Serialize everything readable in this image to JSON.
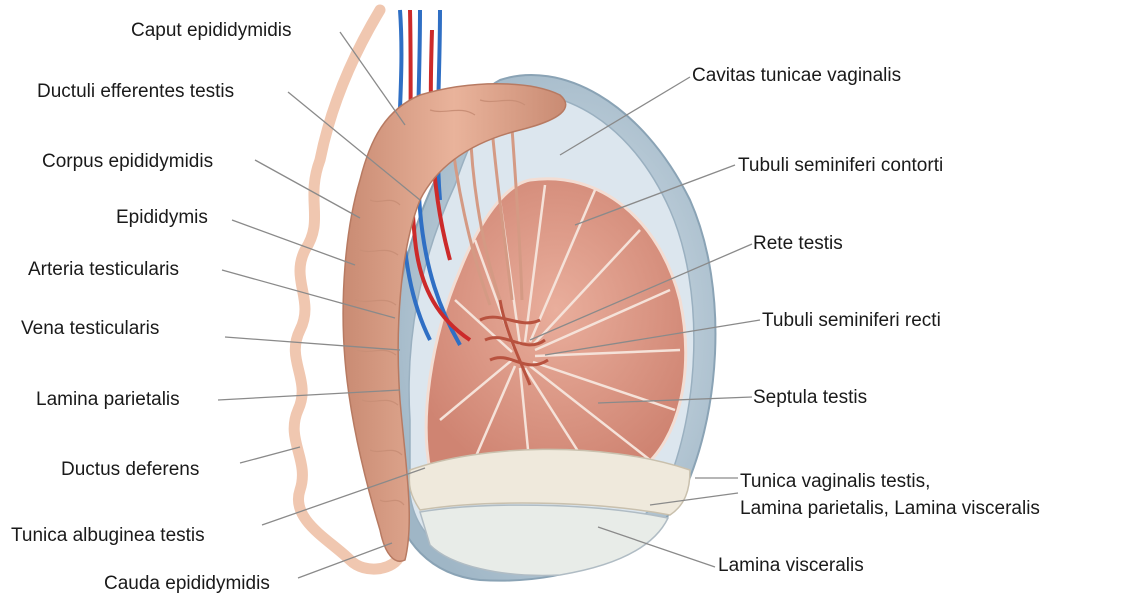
{
  "labels": {
    "caput_epididymidis": "Caput epididymidis",
    "ductuli_efferentes": "Ductuli efferentes testis",
    "corpus_epididymidis": "Corpus epididymidis",
    "epididymis": "Epididymis",
    "arteria_testicularis": "Arteria testicularis",
    "vena_testicularis": "Vena testicularis",
    "lamina_parietalis": "Lamina parietalis",
    "ductus_deferens": "Ductus deferens",
    "tunica_albuginea": "Tunica albuginea testis",
    "cauda_epididymidis": "Cauda epididymidis",
    "cavitas_tunicae": "Cavitas tunicae vaginalis",
    "tubuli_contorti": "Tubuli seminiferi contorti",
    "rete_testis": "Rete testis",
    "tubuli_recti": "Tubuli seminiferi recti",
    "septula_testis": "Septula testis",
    "tunica_vaginalis_1": "Tunica vaginalis testis,",
    "tunica_vaginalis_2": "Lamina parietalis, Lamina visceralis",
    "lamina_visceralis": "Lamina visceralis"
  },
  "colors": {
    "tunic_outer": "#b7c9d6",
    "tunic_inner": "#d9e4ec",
    "testis_tissue": "#e6a592",
    "lobule": "#d98a78",
    "epididymis": "#e2a78f",
    "ductus": "#f0c7b0",
    "artery": "#cc2a2a",
    "vein": "#2f6fc4",
    "albuginea": "#efe9dc",
    "leader_line": "#888888"
  }
}
